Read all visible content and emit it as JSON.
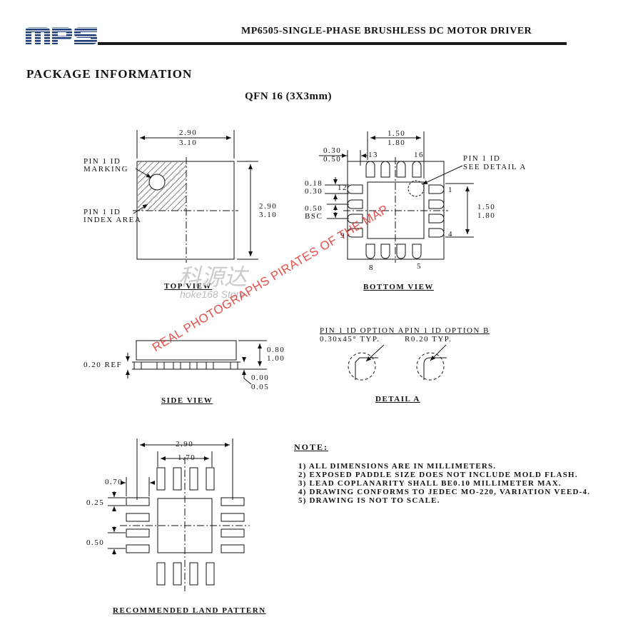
{
  "header": {
    "title": "MP6505-SINGLE-PHASE BRUSHLESS DC MOTOR DRIVER",
    "logo_text": "MPS",
    "logo_color": "#1f3e7a"
  },
  "section_title": "PACKAGE INFORMATION",
  "package_title": "QFN 16 (3X3mm)",
  "top_view": {
    "caption": "TOP VIEW",
    "width_dim": [
      "2.90",
      "3.10"
    ],
    "height_dim": [
      "2.90",
      "3.10"
    ],
    "pin1_marking": [
      "PIN 1 ID",
      "MARKING"
    ],
    "pin1_index": [
      "PIN 1 ID",
      "INDEX AREA"
    ]
  },
  "bottom_view": {
    "caption": "BOTTOM VIEW",
    "top_dim": [
      "1.50",
      "1.80"
    ],
    "right_dim": [
      "1.50",
      "1.80"
    ],
    "dim_030_050": [
      "0.30",
      "0.50"
    ],
    "dim_018_030": [
      "0.18",
      "0.30"
    ],
    "dim_050_bsc": [
      "0.50",
      "BSC"
    ],
    "pin_numbers": [
      "13",
      "16",
      "12",
      "1",
      "9",
      "4",
      "8",
      "5"
    ],
    "pin1_detail": [
      "PIN 1 ID",
      "SEE DETAIL A"
    ]
  },
  "side_view": {
    "caption": "SIDE VIEW",
    "ref_dim": "0.20 REF",
    "height_dim": [
      "0.80",
      "1.00"
    ],
    "standoff_dim": [
      "0.00",
      "0.05"
    ]
  },
  "detail_a": {
    "caption": "DETAIL A",
    "option_a": [
      "PIN 1 ID OPTION A",
      "0.30x45° TYP."
    ],
    "option_b": [
      "PIN 1 ID OPTION B",
      "R0.20 TYP."
    ]
  },
  "land_pattern": {
    "caption": "RECOMMENDED LAND PATTERN",
    "outer_dim": "2.90",
    "inner_dim": "1.70",
    "pad_len": "0.70",
    "pad_width": "0.25",
    "pitch": "0.50"
  },
  "notes": {
    "title": "NOTE:",
    "items": [
      "1) ALL DIMENSIONS ARE IN MILLIMETERS.",
      "2) EXPOSED PADDLE SIZE DOES NOT INCLUDE MOLD FLASH.",
      "3) LEAD COPLANARITY SHALL BE0.10 MILLIMETER MAX.",
      "4) DRAWING CONFORMS TO JEDEC MO-220, VARIATION VEED-4.",
      "5) DRAWING IS NOT TO SCALE."
    ]
  },
  "watermarks": {
    "cn": "科源达",
    "store": "hoke168 Store",
    "red": "REAL PHOTOGRAPHS PIRATES OF THE MAP"
  }
}
